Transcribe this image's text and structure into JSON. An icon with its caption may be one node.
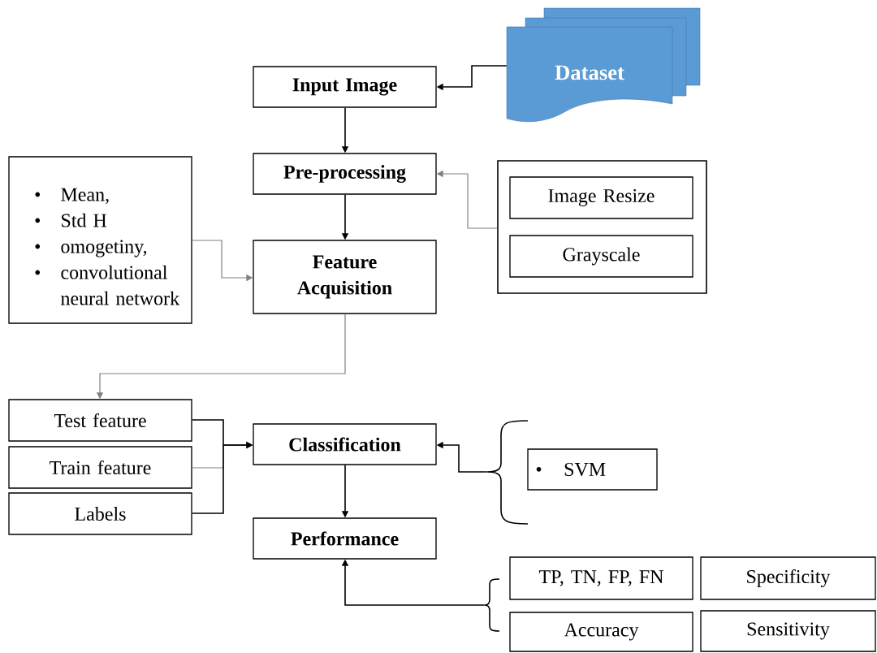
{
  "diagram": {
    "nodes": [
      {
        "text": [
          "Dataset"
        ]
      },
      {
        "text": [
          "Input Image"
        ]
      },
      {
        "text": [
          "Pre-processing"
        ]
      },
      {
        "text": [],
        "shape": "box"
      },
      {
        "text": [
          "Image Resize"
        ],
        "in": 3
      },
      {
        "text": [
          "Grayscale"
        ],
        "in": 3
      },
      {
        "text": [
          "Mean,",
          "Std H",
          "omogetiny,",
          "convolutional neural network"
        ]
      },
      {
        "text": [
          "Feature Acquisition"
        ]
      },
      {
        "text": [
          "Test feature"
        ]
      },
      {
        "text": [
          "Train feature"
        ]
      },
      {
        "text": [
          "Labels"
        ]
      },
      {
        "text": [
          "Classification"
        ]
      },
      {
        "text": [],
        "shape": "brace"
      },
      {
        "text": [
          "SVM"
        ]
      },
      {
        "text": [
          "Performance"
        ]
      },
      {
        "text": [],
        "shape": "brace"
      },
      {
        "text": [
          "TP, TN, FP, FN"
        ]
      },
      {
        "text": [
          "Specificity"
        ]
      },
      {
        "text": [
          "Accuracy"
        ]
      },
      {
        "text": [
          "Sensitivity"
        ]
      }
    ],
    "edges": [
      {
        "from": 0,
        "to": 1,
        "arrow": "to"
      },
      {
        "from": 1,
        "to": 2,
        "arrow": "to"
      },
      {
        "from": 3,
        "to": 2,
        "arrow": "to",
        "color": "#808080"
      },
      {
        "from": 6,
        "to": 7,
        "arrow": "to",
        "color": "#808080"
      },
      {
        "from": 2,
        "to": 7,
        "arrow": "to"
      },
      {
        "from": 7,
        "to": 8,
        "arrow": "to",
        "color": "#808080"
      },
      {
        "from": 8,
        "to": 11,
        "arrow": "to"
      },
      {
        "from": 9,
        "to": 11,
        "arrow": "to",
        "color": "#808080"
      },
      {
        "from": 10,
        "to": 11,
        "arrow": "to"
      },
      {
        "from": 12,
        "to": 11,
        "arrow": "to"
      },
      {
        "from": 11,
        "to": 14,
        "arrow": "to"
      },
      {
        "from": 15,
        "to": 14,
        "arrow": "to"
      }
    ],
    "labels": [
      "•",
      "•",
      "•",
      "•",
      "•"
    ]
  }
}
